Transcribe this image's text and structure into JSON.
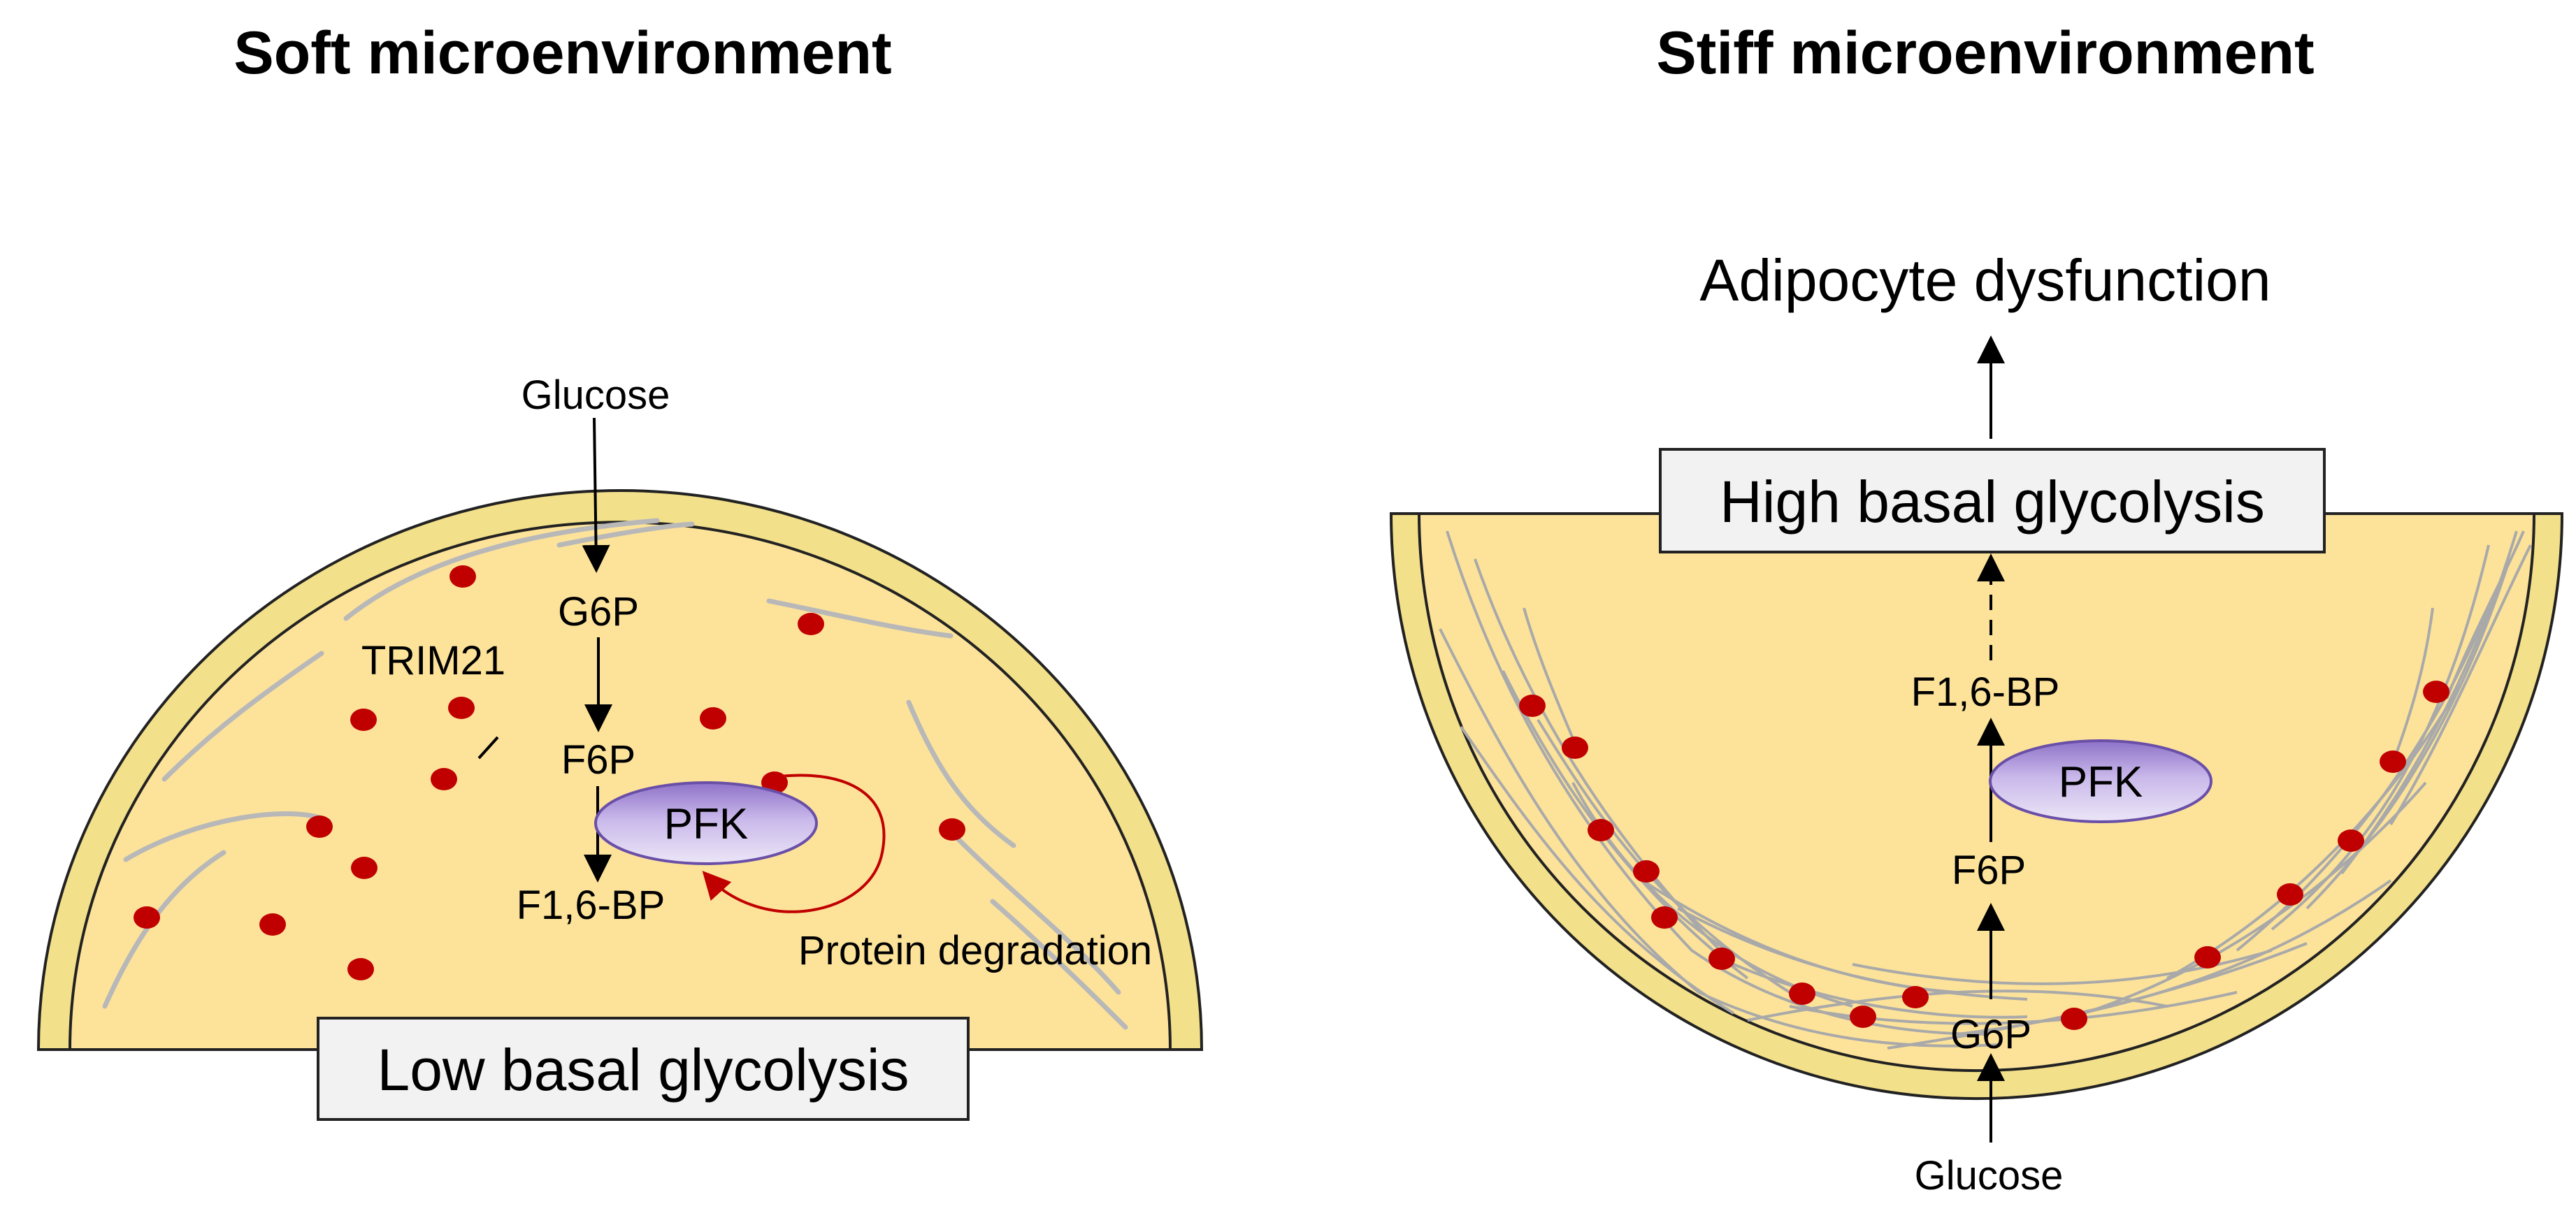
{
  "colors": {
    "cytoplasm": "#fde39a",
    "membrane_outer": "#f3e08a",
    "membrane_stroke": "#222222",
    "particle": "#c00000",
    "pfk_fill": "#b9a3e0",
    "degradation_arrow": "#c00000"
  },
  "soft": {
    "title": "Soft microenvironment",
    "glucose": "Glucose",
    "g6p": "G6P",
    "f6p": "F6P",
    "f16bp": "F1,6-BP",
    "pfk": "PFK",
    "trim21": "TRIM21",
    "protein_degradation": "Protein degradation",
    "box": "Low basal glycolysis"
  },
  "stiff": {
    "title": "Stiff microenvironment",
    "outcome": "Adipocyte dysfunction",
    "box": "High basal glycolysis",
    "f16bp": "F1,6-BP",
    "pfk": "PFK",
    "f6p": "F6P",
    "g6p": "G6P",
    "glucose": "Glucose"
  }
}
